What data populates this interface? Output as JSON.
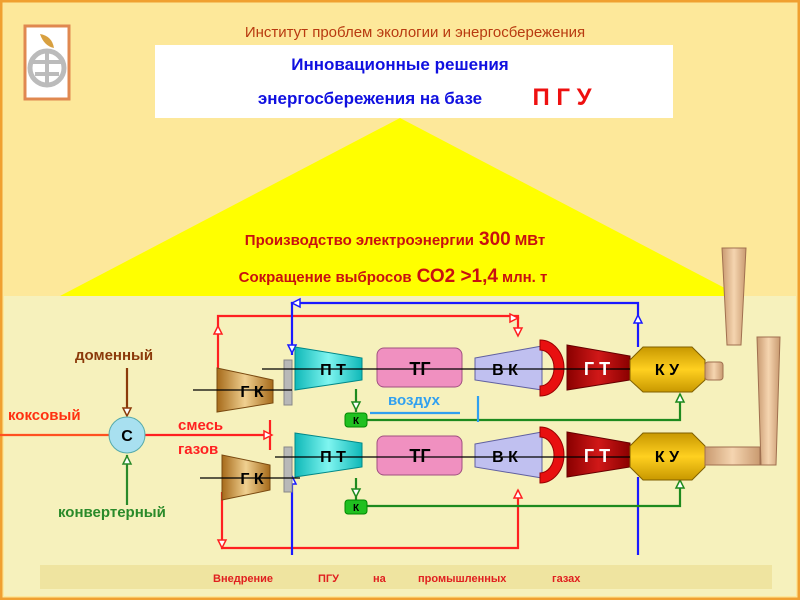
{
  "header": {
    "institute": "Институт проблем экологии и энергосбережения",
    "title_line1": "Инновационные решения",
    "title_line2": "энергосбережения на базе",
    "title_accent": "П Г У"
  },
  "stats": {
    "line1_label": "Производство электроэнергии",
    "line1_value": "300",
    "line1_unit": "МВт",
    "line2_label": "Сокращение выбросов",
    "line2_value": "СО2 >1,4",
    "line2_unit": "млн. т"
  },
  "diagram": {
    "inputs": {
      "blast": "доменный",
      "coke": "коксовый",
      "converter": "конвертерный",
      "mixer": "С",
      "mix1": "смесь",
      "mix2": "газов"
    },
    "units": {
      "gk": "Г К",
      "pt": "П Т",
      "tg": "ТГ",
      "vk": "В К",
      "gt": "Г Т",
      "ku": "К У",
      "k": "К"
    },
    "air": "воздух"
  },
  "footer": [
    "Внедрение",
    "ПГУ",
    "на",
    "промышленных",
    "газах"
  ],
  "colors": {
    "red": "#ff2020",
    "blue": "#1a1aff",
    "green": "#1e8a1e",
    "brown": "#8b3a0a"
  }
}
